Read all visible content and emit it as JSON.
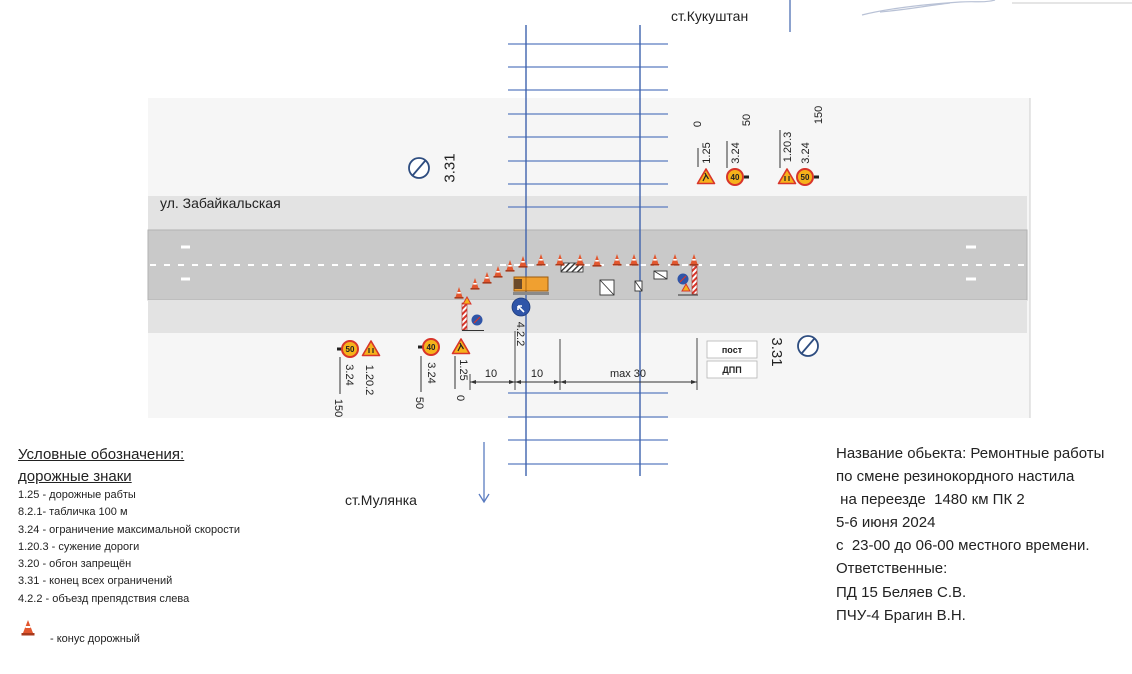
{
  "stations": {
    "north": "ст.Кукуштан",
    "south": "ст.Мулянка"
  },
  "street": "ул. Забайкальская",
  "signs_upper": {
    "post_0": {
      "label": "1.25",
      "distance": "0"
    },
    "post_50": {
      "label": "3.24",
      "distance": "50",
      "speed": "40"
    },
    "post_150": {
      "labels": [
        "1.20.3",
        "3.24"
      ],
      "distance": "150",
      "speed": "50"
    }
  },
  "signs_lower": {
    "post_150": {
      "labels": [
        "3.24",
        "1.20.2"
      ],
      "distance": "150",
      "speed": "50"
    },
    "post_50": {
      "label": "3.24",
      "distance": "50",
      "speed": "40"
    },
    "post_0": {
      "label": "1.25",
      "distance": "0"
    }
  },
  "end_restrictions": {
    "upper": "3.31",
    "lower": "3.31"
  },
  "detour_sign": "4.2.2",
  "dimensions": [
    "10",
    "10",
    "max 30"
  ],
  "post_boxes": [
    "пост",
    "ДПП"
  ],
  "legend": {
    "title": "Условные обозначения:",
    "subtitle": "дорожные знаки",
    "items": [
      "1.25 - дорожные рабты",
      "8.2.1- табличка 100 м",
      "3.24 - ограничение максимальной скорости",
      "1.20.3 - сужение дороги",
      "3.20 - обгон запрещён",
      "3.31 - конец всех ограничений",
      "4.2.2 - объезд препядствия слева"
    ],
    "cone_label": "- конус дорожный"
  },
  "object_info": [
    "Название обьекта: Ремонтные работы",
    "по смене резинокордного настила",
    " на переезде  1480 км ПК 2",
    "5-6 июня 2024",
    "с  23-00 до 06-00 местного времени.",
    "Ответственные:",
    "ПД 15 Беляев С.В.",
    "ПЧУ-4 Брагин В.Н."
  ],
  "colors": {
    "road": "#c9c9c9",
    "road_shoulder": "#e3e3e3",
    "rail": "#3f63ad",
    "cone": "#e2572f",
    "sign_fill": "#f6b21b",
    "sign_border": "#d8352a",
    "detour_sign": "#2f55a8"
  }
}
